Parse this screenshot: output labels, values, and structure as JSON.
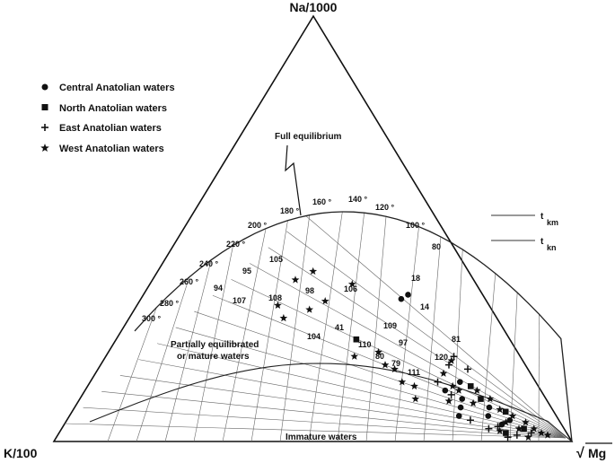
{
  "chart_data": {
    "type": "scatter",
    "vertices": {
      "top": "Na/1000",
      "left": "K/100",
      "right_radical": "√",
      "right_symbol": "Mg"
    },
    "legend": [
      {
        "label": "Central Anatolian waters",
        "marker": "circle"
      },
      {
        "label": "North Anatolian waters",
        "marker": "square"
      },
      {
        "label": "East Anatolian waters",
        "marker": "plus"
      },
      {
        "label": "West Anatolian waters",
        "marker": "star"
      }
    ],
    "annotations": {
      "full_equilibrium": "Full equilibrium",
      "partial_line1": "Partially equilibrated",
      "partial_line2": "or mature waters",
      "immature": "Immature waters",
      "tkm": "t",
      "tkm_sub": "km",
      "tkn": "t",
      "tkn_sub": "kn"
    },
    "temperature_labels": [
      "300 °",
      "280 °",
      "260 °",
      "240 °",
      "220 °",
      "200 °",
      "180 °",
      "160 °",
      "140 °",
      "120 °",
      "100 °",
      "80"
    ],
    "tkn_labels": [
      "120",
      "100",
      "80"
    ],
    "sample_labels": [
      "105",
      "95",
      "94",
      "107",
      "108",
      "98",
      "106",
      "18",
      "14",
      "41",
      "104",
      "109",
      "110",
      "97",
      "80",
      "79",
      "111",
      "81",
      "120"
    ],
    "colors": {
      "ink": "#111111",
      "lines": "#555555"
    },
    "series": [
      {
        "name": "Central Anatolian waters",
        "marker": "circle",
        "points": [
          [
            0.78,
            0.345
          ],
          [
            0.756,
            0.335
          ],
          [
            0.79,
            0.12
          ],
          [
            0.81,
            0.08
          ],
          [
            0.82,
            0.1
          ],
          [
            0.86,
            0.06
          ],
          [
            0.88,
            0.04
          ],
          [
            0.9,
            0.05
          ],
          [
            0.87,
            0.08
          ],
          [
            0.83,
            0.14
          ],
          [
            0.8,
            0.06
          ]
        ]
      },
      {
        "name": "North Anatolian waters",
        "marker": "square",
        "points": [
          [
            0.61,
            0.24
          ],
          [
            0.86,
            0.1
          ],
          [
            0.85,
            0.13
          ],
          [
            0.92,
            0.03
          ],
          [
            0.88,
            0.02
          ],
          [
            0.9,
            0.07
          ]
        ]
      },
      {
        "name": "East Anatolian waters",
        "marker": "plus",
        "points": [
          [
            0.86,
            0.17
          ],
          [
            0.84,
            0.2
          ],
          [
            0.82,
            0.18
          ],
          [
            0.78,
            0.14
          ],
          [
            0.8,
            0.11
          ],
          [
            0.82,
            0.05
          ],
          [
            0.85,
            0.03
          ],
          [
            0.88,
            0.01
          ],
          [
            0.9,
            0.015
          ],
          [
            0.93,
            0.02
          ],
          [
            0.87,
            0.035
          ]
        ]
      },
      {
        "name": "West Anatolian waters",
        "marker": "star",
        "points": [
          [
            0.5,
            0.4
          ],
          [
            0.445,
            0.38
          ],
          [
            0.4,
            0.32
          ],
          [
            0.42,
            0.29
          ],
          [
            0.49,
            0.31
          ],
          [
            0.535,
            0.33
          ],
          [
            0.62,
            0.37
          ],
          [
            0.6,
            0.2
          ],
          [
            0.66,
            0.21
          ],
          [
            0.67,
            0.18
          ],
          [
            0.69,
            0.17
          ],
          [
            0.7,
            0.14
          ],
          [
            0.725,
            0.13
          ],
          [
            0.72,
            0.1
          ],
          [
            0.83,
            0.19
          ],
          [
            0.8,
            0.16
          ],
          [
            0.81,
            0.13
          ],
          [
            0.82,
            0.12
          ],
          [
            0.79,
            0.095
          ],
          [
            0.84,
            0.09
          ],
          [
            0.86,
            0.12
          ],
          [
            0.88,
            0.1
          ],
          [
            0.89,
            0.075
          ],
          [
            0.91,
            0.06
          ],
          [
            0.93,
            0.045
          ],
          [
            0.94,
            0.03
          ],
          [
            0.95,
            0.02
          ],
          [
            0.96,
            0.015
          ],
          [
            0.92,
            0.01
          ],
          [
            0.89,
            0.045
          ],
          [
            0.87,
            0.025
          ],
          [
            0.91,
            0.03
          ]
        ]
      }
    ]
  }
}
